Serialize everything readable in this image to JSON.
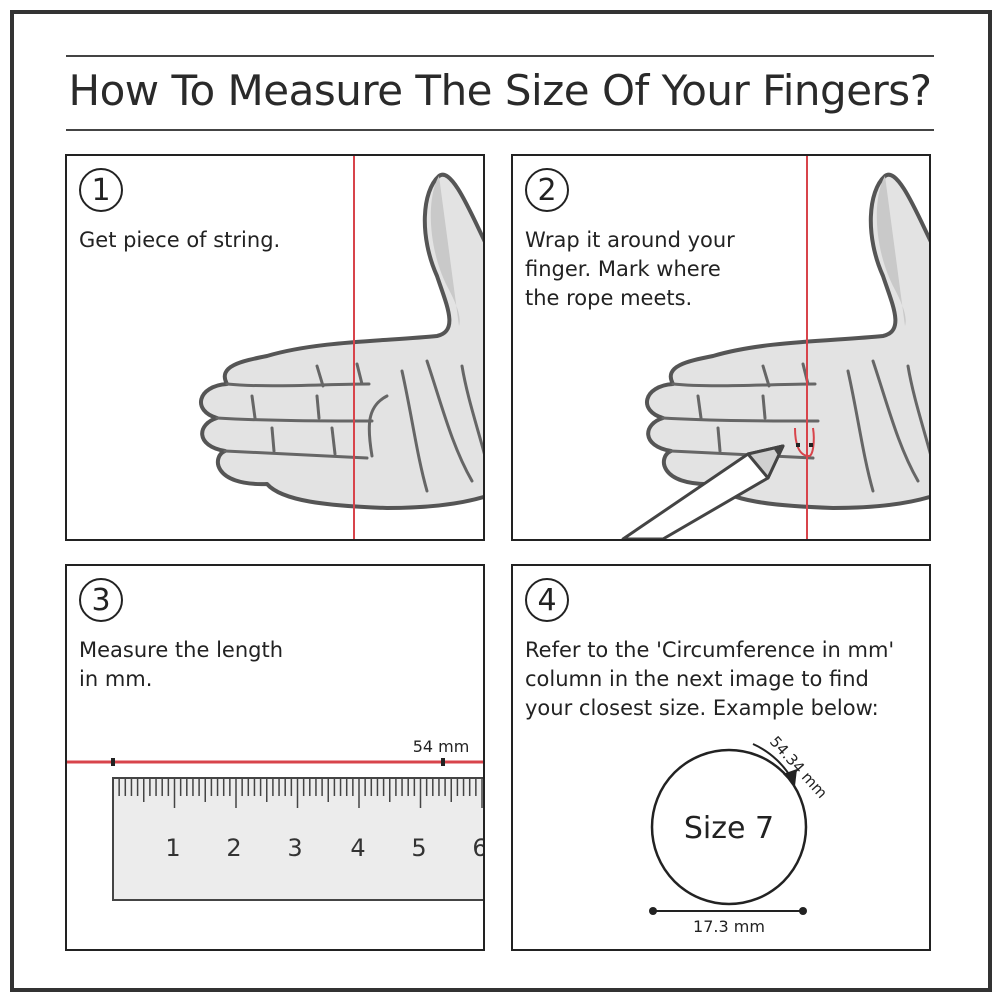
{
  "title": "How To Measure The Size Of Your Fingers?",
  "colors": {
    "accent": "#d8444b",
    "line": "#444444",
    "hand_fill": "#e3e3e3"
  },
  "steps": [
    {
      "number": "1",
      "text": "Get piece of string."
    },
    {
      "number": "2",
      "text": "Wrap it around your\nfinger. Mark where\nthe rope meets."
    },
    {
      "number": "3",
      "text": "Measure the length\nin mm."
    },
    {
      "number": "4",
      "text": "Refer to the 'Circumference in mm'\ncolumn in the next image to find\nyour closest size. Example below:"
    }
  ],
  "ruler": {
    "measure_label": "54 mm",
    "numbers": [
      "1",
      "2",
      "3",
      "4",
      "5",
      "6"
    ]
  },
  "ring": {
    "size_label": "Size 7",
    "circumference_label": "54.34 mm",
    "diameter_label": "17.3 mm"
  }
}
